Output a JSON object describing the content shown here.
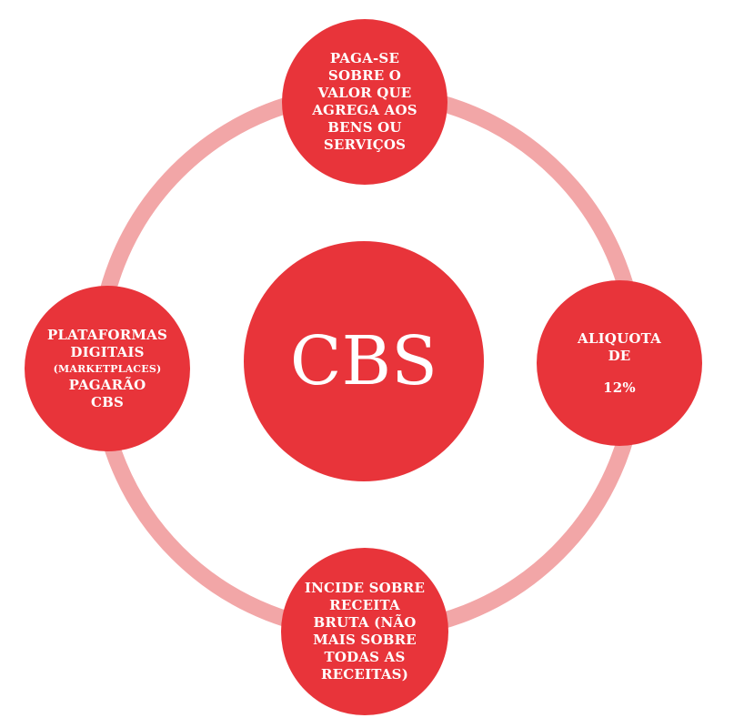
{
  "colors": {
    "node": "#e8343a",
    "ring": "#f2a6a7",
    "text": "#ffffff"
  },
  "diagram": {
    "center": {
      "lines": [
        "CBS"
      ]
    },
    "top": {
      "lines": [
        "PAGA-SE",
        "SOBRE O",
        "VALOR QUE",
        "AGREGA AOS",
        "BENS OU",
        "SERVIÇOS"
      ]
    },
    "right": {
      "lines": [
        "ALIQUOTA",
        "DE",
        "12%"
      ]
    },
    "bottom": {
      "lines": [
        "INCIDE SOBRE",
        "RECEITA",
        "BRUTA (NÃO",
        "MAIS SOBRE",
        "TODAS AS",
        "RECEITAS)"
      ]
    },
    "left": {
      "lines": [
        "PLATAFORMAS",
        "DIGITAIS",
        "(MARKETPLACES)",
        "PAGARÃO",
        "CBS"
      ]
    }
  }
}
